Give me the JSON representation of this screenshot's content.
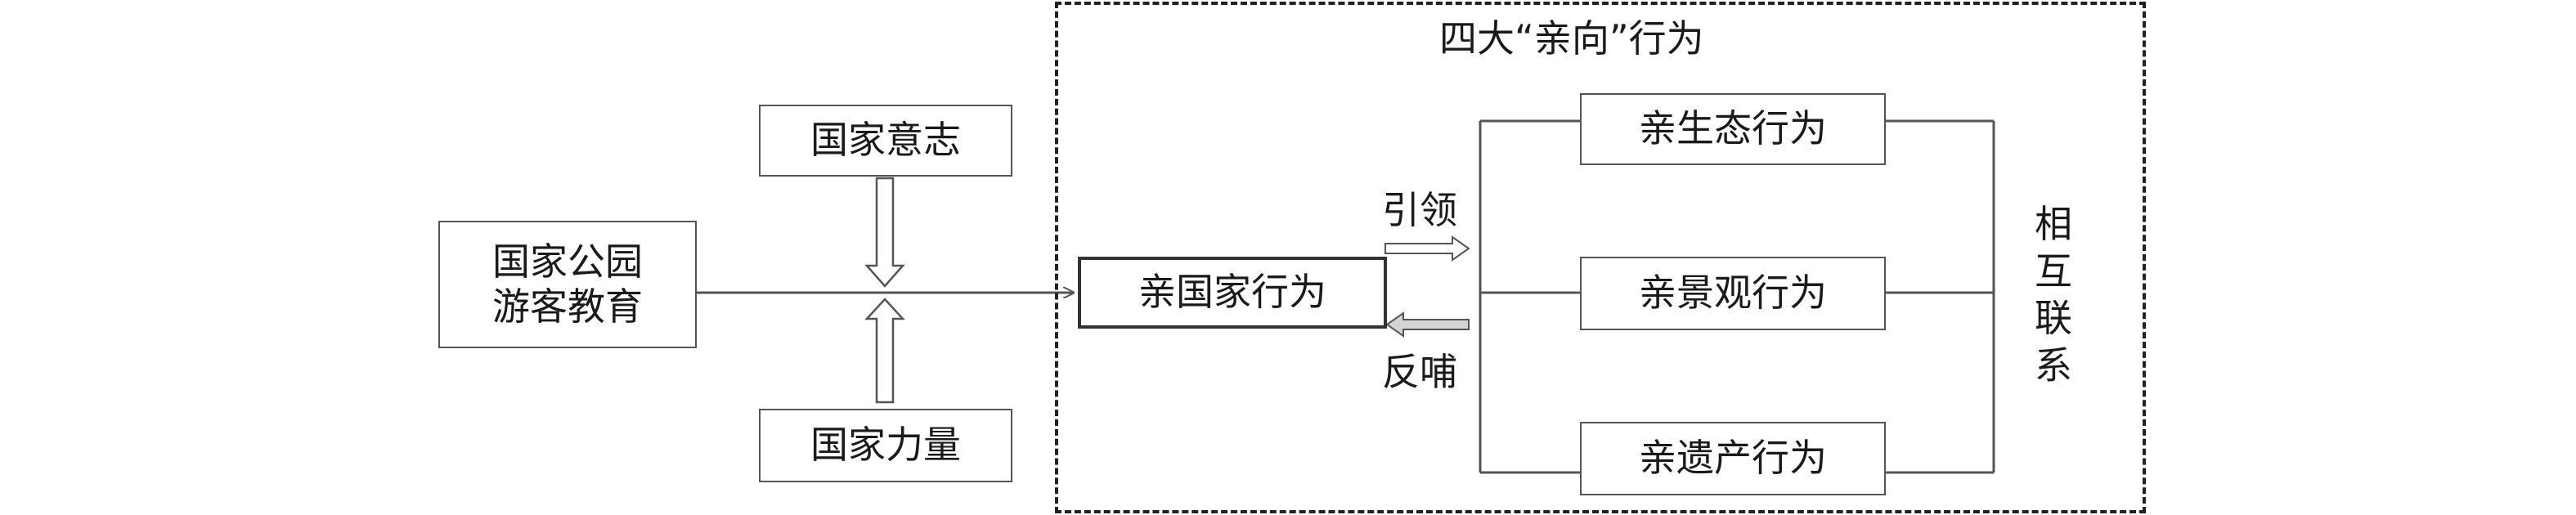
{
  "boxes": {
    "education": [
      "国家公园",
      "游客教育"
    ],
    "will": "国家意志",
    "power": "国家力量",
    "pro_national": "亲国家行为",
    "ecology": "亲生态行为",
    "landscape": "亲景观行为",
    "heritage": "亲遗产行为"
  },
  "labels": {
    "frame_title": "四大“亲向”行为",
    "lead": "引领",
    "feedback": "反哺",
    "interconnect": "相互联系"
  },
  "colors": {
    "line": "#555555",
    "frame": "#222222",
    "text": "#1a1a1a"
  }
}
